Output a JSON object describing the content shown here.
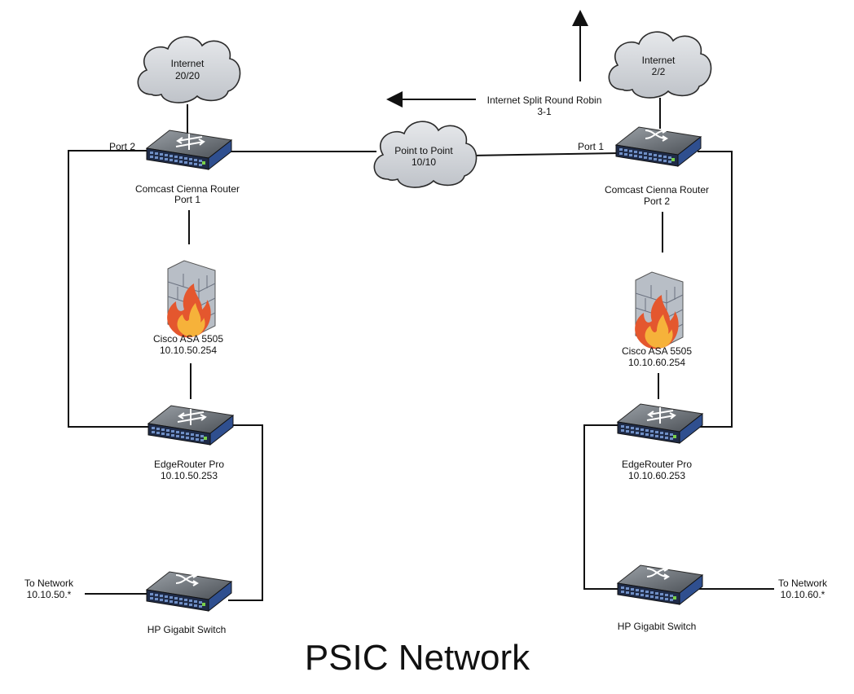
{
  "title": "PSIC Network",
  "left_site": {
    "internet": {
      "line1": "Internet",
      "line2": "20/20"
    },
    "router": {
      "line1": "Comcast Cienna Router",
      "line2": "Port  1",
      "wan_port": "Port 2"
    },
    "firewall": {
      "line1": "Cisco ASA 5505",
      "line2": "10.10.50.254"
    },
    "edge": {
      "line1": "EdgeRouter Pro",
      "line2": "10.10.50.253"
    },
    "switch": {
      "line1": "HP Gigabit Switch"
    },
    "network": {
      "line1": "To Network",
      "line2": "10.10.50.*"
    }
  },
  "right_site": {
    "internet": {
      "line1": "Internet",
      "line2": "2/2"
    },
    "router": {
      "line1": "Comcast Cienna Router",
      "line2": "Port 2",
      "wan_port": "Port 1"
    },
    "firewall": {
      "line1": "Cisco ASA 5505",
      "line2": "10.10.60.254"
    },
    "edge": {
      "line1": "EdgeRouter Pro",
      "line2": "10.10.60.253"
    },
    "switch": {
      "line1": "HP Gigabit Switch"
    },
    "network": {
      "line1": "To Network",
      "line2": "10.10.60.*"
    }
  },
  "p2p": {
    "line1": "Point to Point",
    "line2": "10/10"
  },
  "split": {
    "line1": "Internet Split Round Robin",
    "line2": "3-1"
  },
  "colors": {
    "cloud_fill": "#d4d7dc",
    "cloud_stroke": "#2b2b2b",
    "device_top": "#6f747a",
    "device_front": "#1f2b47",
    "device_accent": "#2f4f8f",
    "brick": "#c9ced6",
    "flame_outer": "#e4572e",
    "flame_inner": "#f6b23a"
  }
}
